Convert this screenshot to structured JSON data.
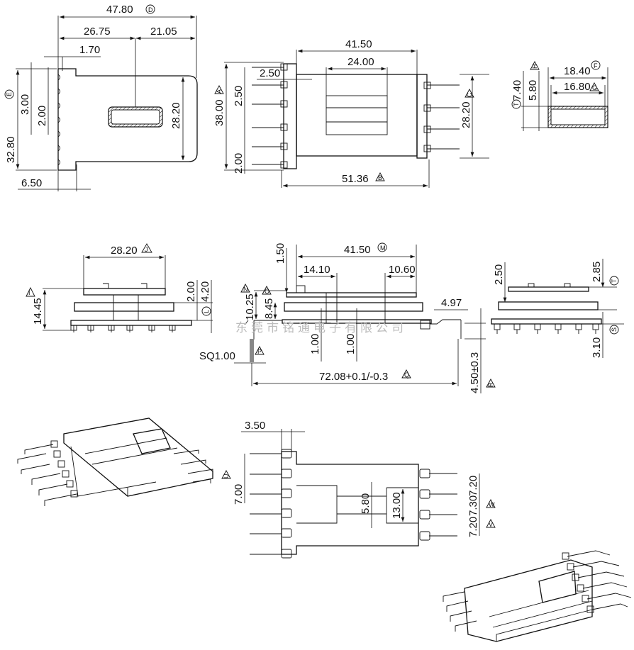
{
  "watermark": "东莞市铭通电子有限公司",
  "top_view": {
    "d1": "47.80",
    "m1": "D",
    "d2": "26.75",
    "d3": "21.05",
    "d4": "1.70",
    "d5": "32.80",
    "m5": "E",
    "d6": "3.00",
    "d7": "2.00",
    "d8": "28.20",
    "d9": "6.50"
  },
  "plan_view": {
    "d1": "41.50",
    "d2": "24.00",
    "d3": "2.50",
    "d4": "38.00",
    "m4": "A",
    "d5": "2.50",
    "d6": "2.00",
    "d7": "28.20",
    "m7": "C",
    "d8": "51.36",
    "m8": "B"
  },
  "section_view": {
    "d1": "18.40",
    "m1": "F",
    "d2": "16.80",
    "m2": "G",
    "d3": "7.40",
    "m3": "T",
    "d4": "5.80",
    "m4": "H"
  },
  "side_view": {
    "d1": "28.20",
    "m1": "J",
    "d2": "14.45",
    "m2": "I",
    "d3": "2.00",
    "d4": "4.20",
    "m4": "L"
  },
  "front_view": {
    "d1": "41.50",
    "m1": "M",
    "d2": "1.50",
    "d3": "14.10",
    "d4": "10.60",
    "d5": "10.25",
    "m5": "N",
    "d6": "8.45",
    "m6": "O",
    "d7": "4.97",
    "d8": "1.00",
    "d9": "1.00",
    "d10": "SQ1.00",
    "m10": "P",
    "d11": "72.08+0.1/-0.3",
    "m11": "Q",
    "d12": "4.50±0.3",
    "m12": "R"
  },
  "end_view": {
    "d1": "2.50",
    "d2": "2.85",
    "m2": "T",
    "d3": "3.10",
    "m3": "S"
  },
  "bottom_view": {
    "d1": "3.50",
    "d2": "7.00",
    "m2": "U",
    "d3": "5.80",
    "d4": "13.00",
    "d5": "7.20",
    "d6": "7.30",
    "d7": "7.20",
    "m6": "W",
    "m7": "V"
  }
}
